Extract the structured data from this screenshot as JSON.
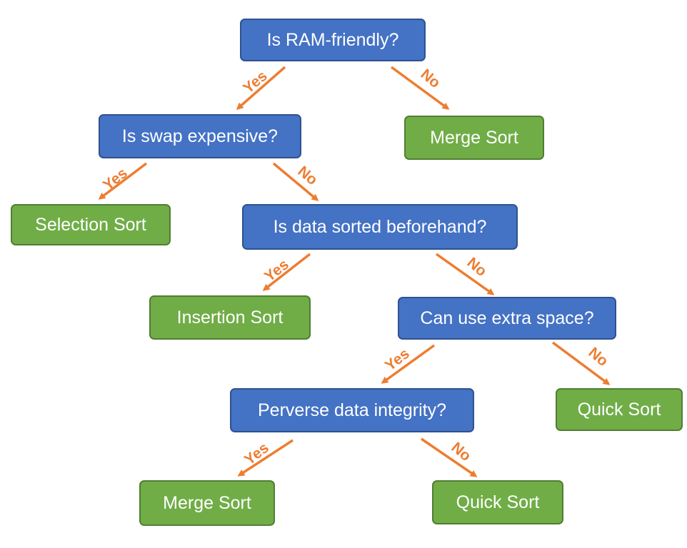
{
  "nodes": [
    {
      "id": "n1",
      "label": "Is RAM-friendly?",
      "kind": "decision"
    },
    {
      "id": "n2",
      "label": "Is swap expensive?",
      "kind": "decision"
    },
    {
      "id": "n3",
      "label": "Merge Sort",
      "kind": "result"
    },
    {
      "id": "n4",
      "label": "Selection Sort",
      "kind": "result"
    },
    {
      "id": "n5",
      "label": "Is data sorted beforehand?",
      "kind": "decision"
    },
    {
      "id": "n6",
      "label": "Insertion Sort",
      "kind": "result"
    },
    {
      "id": "n7",
      "label": "Can use extra space?",
      "kind": "decision"
    },
    {
      "id": "n8",
      "label": "Perverse data integrity?",
      "kind": "decision"
    },
    {
      "id": "n9",
      "label": "Quick Sort",
      "kind": "result"
    },
    {
      "id": "n10",
      "label": "Merge Sort",
      "kind": "result"
    },
    {
      "id": "n11",
      "label": "Quick Sort",
      "kind": "result"
    }
  ],
  "edges": [
    {
      "from": "n1",
      "to": "n2",
      "label": "Yes"
    },
    {
      "from": "n1",
      "to": "n3",
      "label": "No"
    },
    {
      "from": "n2",
      "to": "n4",
      "label": "Yes"
    },
    {
      "from": "n2",
      "to": "n5",
      "label": "No"
    },
    {
      "from": "n5",
      "to": "n6",
      "label": "Yes"
    },
    {
      "from": "n5",
      "to": "n7",
      "label": "No"
    },
    {
      "from": "n7",
      "to": "n8",
      "label": "Yes"
    },
    {
      "from": "n7",
      "to": "n9",
      "label": "No"
    },
    {
      "from": "n8",
      "to": "n10",
      "label": "Yes"
    },
    {
      "from": "n8",
      "to": "n11",
      "label": "No"
    }
  ],
  "colors": {
    "decision_fill": "#4472c4",
    "decision_border": "#2f528f",
    "result_fill": "#70ad47",
    "result_border": "#507e32",
    "arrow": "#ed7d31",
    "text": "#ffffff"
  }
}
